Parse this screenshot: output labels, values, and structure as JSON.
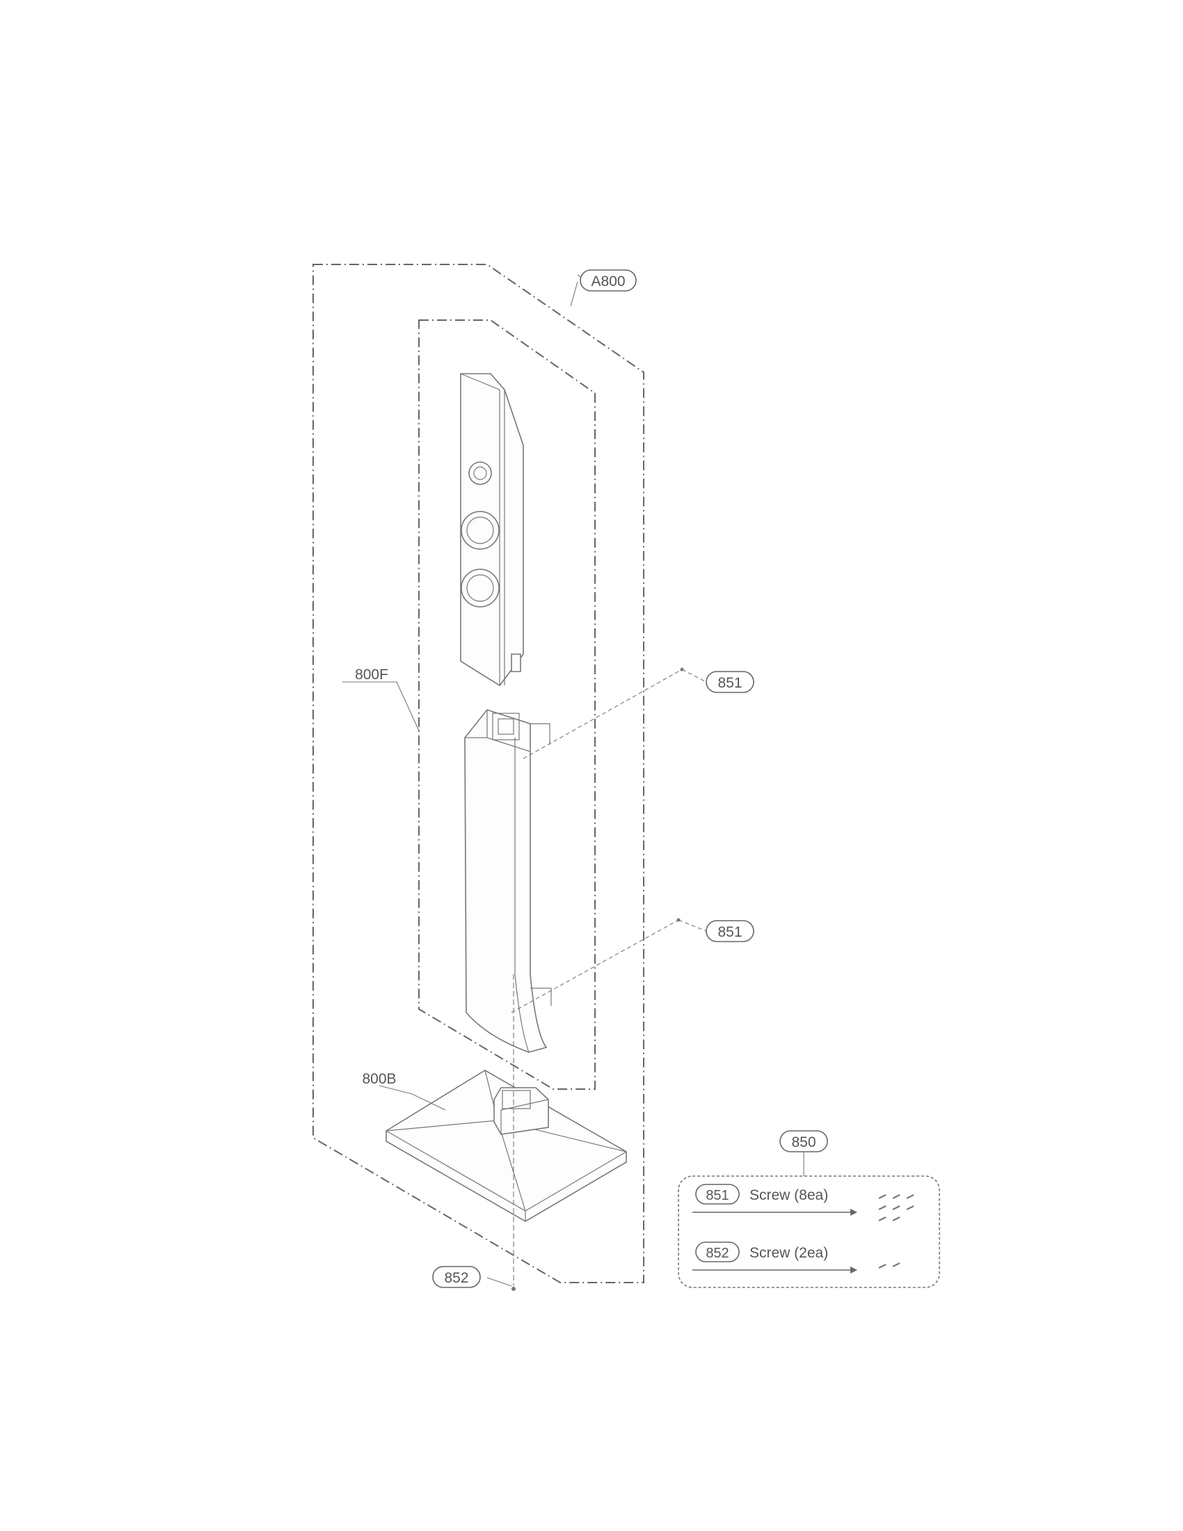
{
  "callouts": {
    "assembly": "A800",
    "front": "800F",
    "base": "800B",
    "screw_upper": "851",
    "screw_lower": "851",
    "bottom_screw": "852",
    "kit": "850"
  },
  "legend": {
    "rows": [
      {
        "code": "851",
        "label": "Screw (8ea)"
      },
      {
        "code": "852",
        "label": "Screw (2ea)"
      }
    ]
  }
}
